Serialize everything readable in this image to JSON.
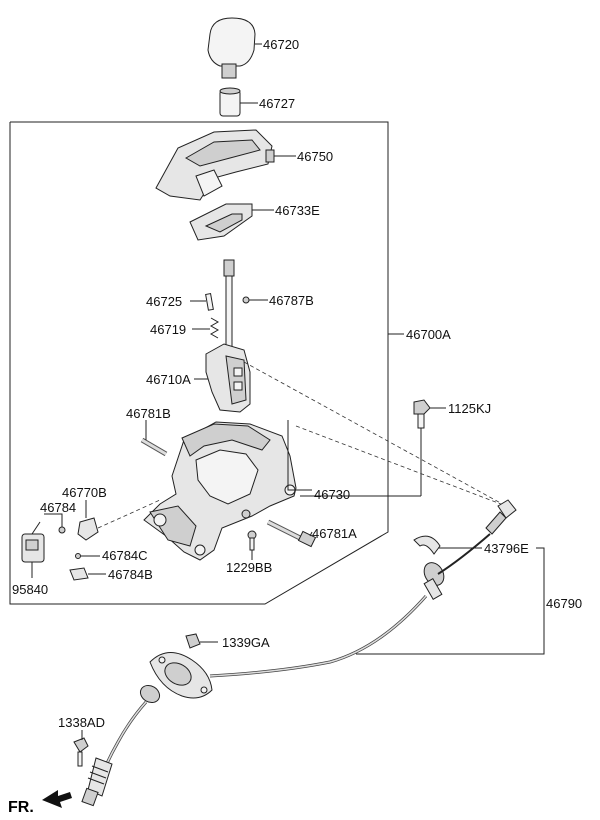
{
  "labels": {
    "knob": "46720",
    "knob_adapter": "46727",
    "cover": "46750",
    "indicator": "46733E",
    "pin": "46725",
    "screw": "46787B",
    "spring": "46719",
    "lever": "46710A",
    "assy": "46700A",
    "bolt_a": "46781B",
    "kj": "1125KJ",
    "switch_b": "46770B",
    "sw_4678": "46784",
    "body": "46730",
    "bolt_b": "46781A",
    "clip_c": "46784C",
    "cable_bracket": "43796E",
    "sensor": "95840",
    "pad": "46784B",
    "bolt_bb": "1229BB",
    "cable": "46790",
    "nut_ga": "1339GA",
    "nut_ad": "1338AD",
    "front": "FR."
  }
}
